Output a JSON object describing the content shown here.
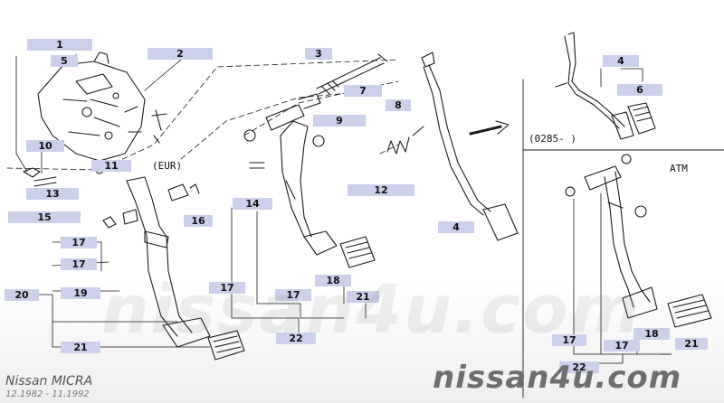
{
  "watermark": "nissan4u.com",
  "model": "Nissan MICRA",
  "dates": "12.1982 - 11.1992",
  "labels": {
    "eur": "(EUR)",
    "serial": "(0285-    )",
    "atm": "ATM"
  },
  "callouts": {
    "c1": "1",
    "c5": "5",
    "c2": "2",
    "c3": "3",
    "c7": "7",
    "c8": "8",
    "c9": "9",
    "c10": "10",
    "c11": "11",
    "c13": "13",
    "c12": "12",
    "c14": "14",
    "c15": "15",
    "c16": "16",
    "c4a": "4",
    "c4b": "4",
    "c6": "6",
    "c17a": "17",
    "c17b": "17",
    "c19": "19",
    "c20": "20",
    "c21a": "21",
    "c17c": "17",
    "c17d": "17",
    "c18a": "18",
    "c21b": "21",
    "c22a": "22",
    "c17e": "17",
    "c17f": "17",
    "c18b": "18",
    "c21c": "21",
    "c22b": "22"
  }
}
